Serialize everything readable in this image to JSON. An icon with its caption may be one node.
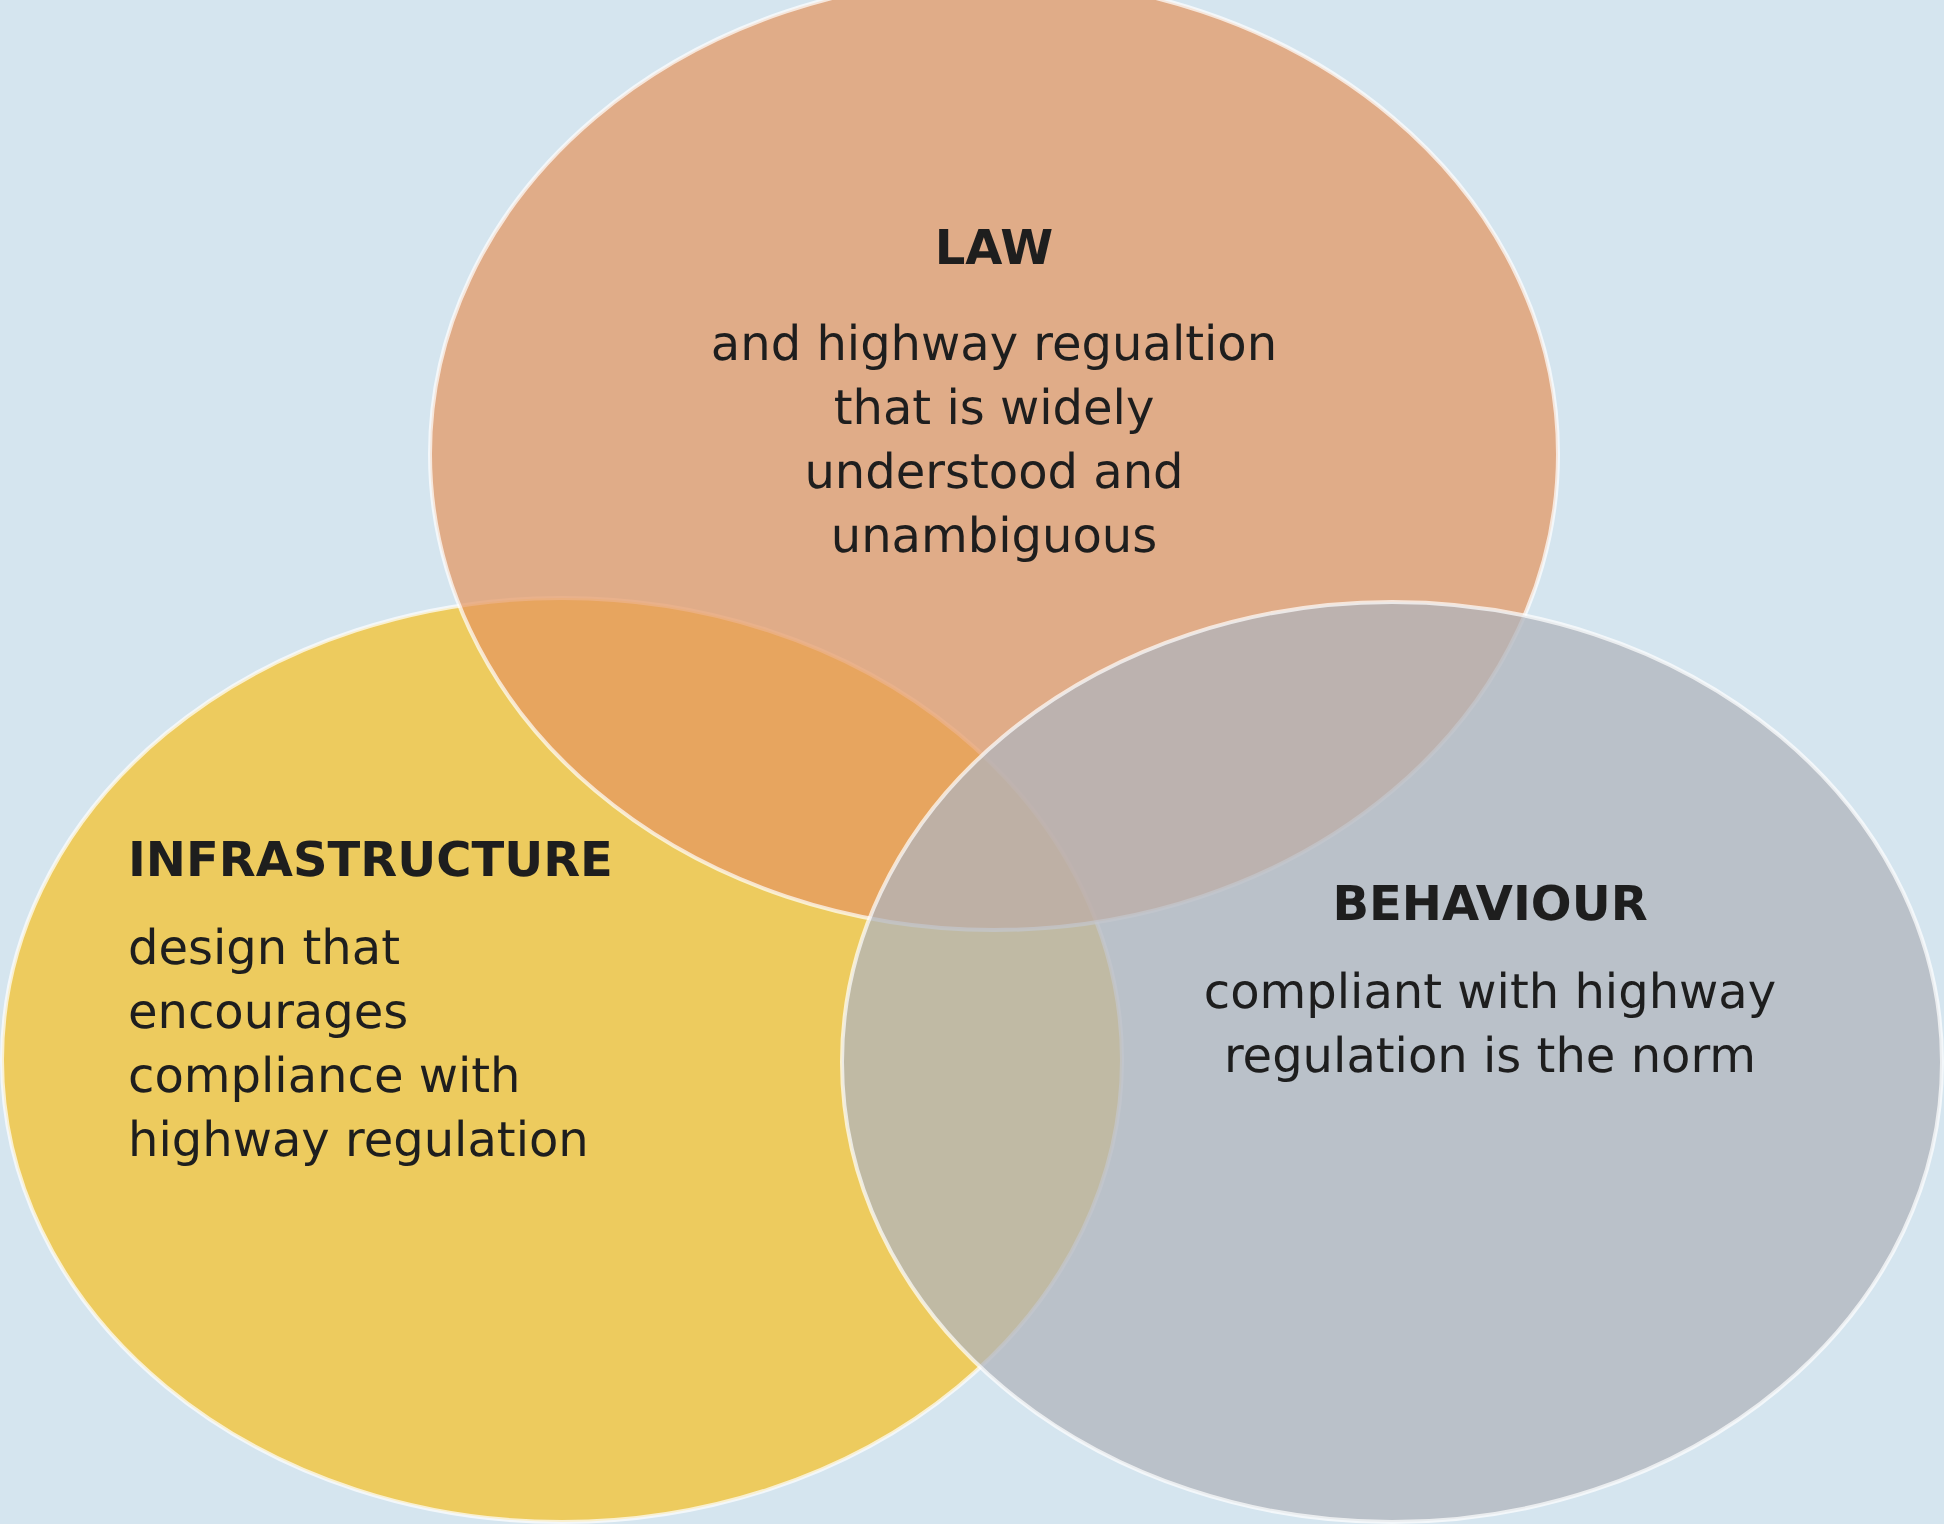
{
  "diagram": {
    "nodes": [
      {
        "text": [
          "LAW",
          "and highway regualtion that is widely understood and unambiguous"
        ]
      },
      {
        "text": [
          "INFRASTRUCTURE",
          "design that encourages compliance with highway regulation"
        ]
      },
      {
        "text": [
          "BEHAVIOUR",
          "compliant with highway regulation is the norm"
        ]
      }
    ],
    "edges": []
  }
}
